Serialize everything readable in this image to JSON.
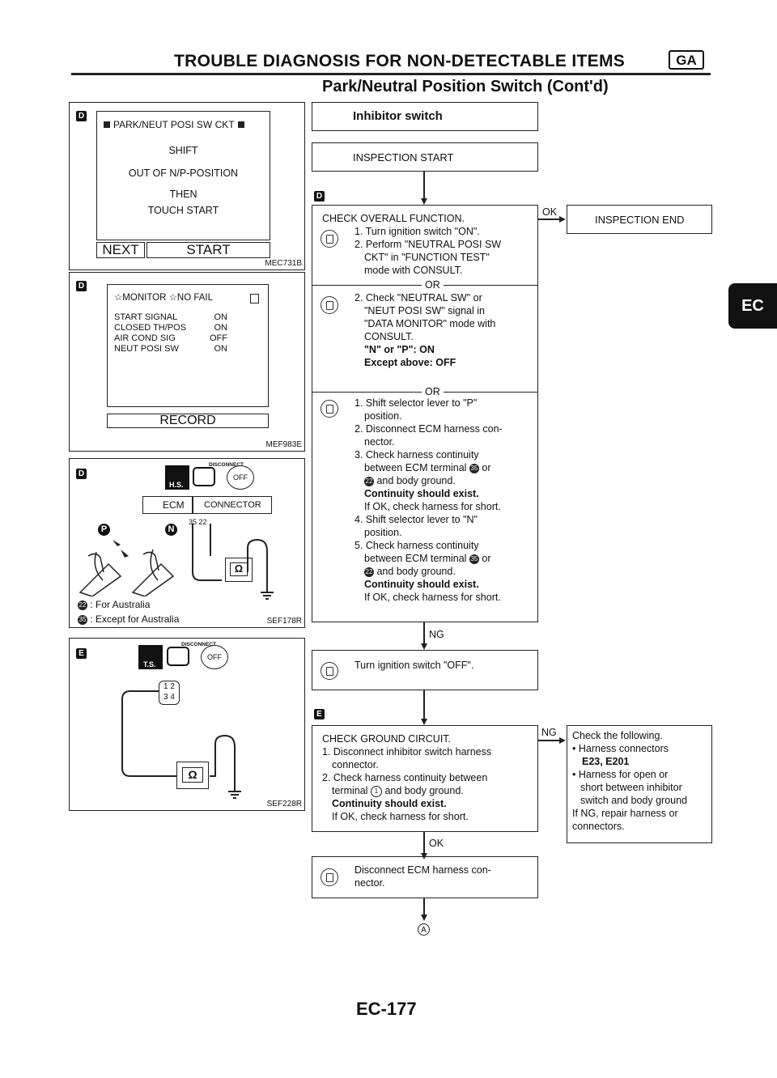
{
  "header": {
    "title": "TROUBLE DIAGNOSIS FOR NON-DETECTABLE ITEMS",
    "badge": "GA",
    "subtitle": "Park/Neutral Position Switch (Cont'd)"
  },
  "side_tab": "EC",
  "left": {
    "panel1": {
      "tag": "D",
      "title": "PARK/NEUT POSI SW CKT",
      "line1": "SHIFT",
      "line2": "OUT OF N/P-POSITION",
      "line3": "THEN",
      "line4": "TOUCH START",
      "btn_next": "NEXT",
      "btn_start": "START",
      "ref": "MEC731B"
    },
    "panel2": {
      "tag": "D",
      "header": "☆MONITOR ☆NO FAIL",
      "rows": [
        {
          "name": "START SIGNAL",
          "value": "ON"
        },
        {
          "name": "CLOSED TH/POS",
          "value": "ON"
        },
        {
          "name": "AIR COND SIG",
          "value": "OFF"
        },
        {
          "name": "NEUT POSI SW",
          "value": "ON"
        }
      ],
      "record": "RECORD",
      "ref": "MEF983E"
    },
    "panel3": {
      "tag": "D",
      "disconnect": "DISCONNECT",
      "hs": "H.S.",
      "off": "OFF",
      "ecm": "ECM",
      "connector": "CONNECTOR",
      "pins": "35 22",
      "p": "P",
      "n": "N",
      "note1_num": "22",
      "note1": ": For Australia",
      "note2_num": "35",
      "note2": ": Except for Australia",
      "ref": "SEF178R"
    },
    "panel4": {
      "tag": "E",
      "disconnect": "DISCONNECT",
      "ts": "T.S.",
      "off": "OFF",
      "conn_top": "1 2",
      "conn_bot": "3 4",
      "ref": "SEF228R"
    }
  },
  "flow": {
    "title": "Inhibitor switch",
    "start": "INSPECTION START",
    "tag_d": "D",
    "check1_title": "CHECK OVERALL FUNCTION.",
    "check1_a1": "1. Turn ignition switch \"ON\".",
    "check1_a2": "2. Perform \"NEUTRAL POSI SW",
    "check1_a3": "CKT\" in \"FUNCTION TEST\"",
    "check1_a4": "mode with CONSULT.",
    "or": "OR",
    "check1_b1": "2. Check \"NEUTRAL SW\" or",
    "check1_b2": "\"NEUT POSI SW\" signal in",
    "check1_b3": "\"DATA MONITOR\" mode with",
    "check1_b4": "CONSULT.",
    "check1_b5": "\"N\" or \"P\":     ON",
    "check1_b6": "Except above:    OFF",
    "check1_c1": "1. Shift selector lever to \"P\"",
    "check1_c2": "position.",
    "check1_c3": "2. Disconnect ECM harness con-",
    "check1_c4": "nector.",
    "check1_c5": "3. Check harness continuity",
    "check1_c6a": "between ECM terminal",
    "check1_c6num": "35",
    "check1_c6b": "or",
    "check1_c7num": "22",
    "check1_c7": "and body ground.",
    "check1_c8": "Continuity should exist.",
    "check1_c9": "If OK, check harness for short.",
    "check1_c10": "4. Shift selector lever to \"N\"",
    "check1_c11": "position.",
    "check1_c12": "5. Check harness continuity",
    "check1_c13a": "between ECM terminal",
    "check1_c13num": "35",
    "check1_c13b": "or",
    "check1_c14num": "22",
    "check1_c14": "and body ground.",
    "check1_c15": "Continuity should exist.",
    "check1_c16": "If OK, check harness for short.",
    "ok1": "OK",
    "end": "INSPECTION END",
    "ng1": "NG",
    "step2": "Turn ignition switch \"OFF\".",
    "tag_e": "E",
    "check2_title": "CHECK GROUND CIRCUIT.",
    "check2_1": "1. Disconnect inhibitor switch harness",
    "check2_2": "connector.",
    "check2_3": "2. Check harness continuity between",
    "check2_4a": "terminal",
    "check2_4num": "1",
    "check2_4b": "and body ground.",
    "check2_5": "Continuity should exist.",
    "check2_6": "If OK, check harness for short.",
    "ng2": "NG",
    "check_following_1": "Check the following.",
    "check_following_2": "• Harness connectors",
    "check_following_3": "E23, E201",
    "check_following_4": "• Harness for open or",
    "check_following_5": "short between inhibitor",
    "check_following_6": "switch and body ground",
    "check_following_7": "If NG, repair harness or",
    "check_following_8": "connectors.",
    "ok2": "OK",
    "step3_1": "Disconnect ECM harness con-",
    "step3_2": "nector.",
    "goto": "A"
  },
  "page_number": "EC-177"
}
